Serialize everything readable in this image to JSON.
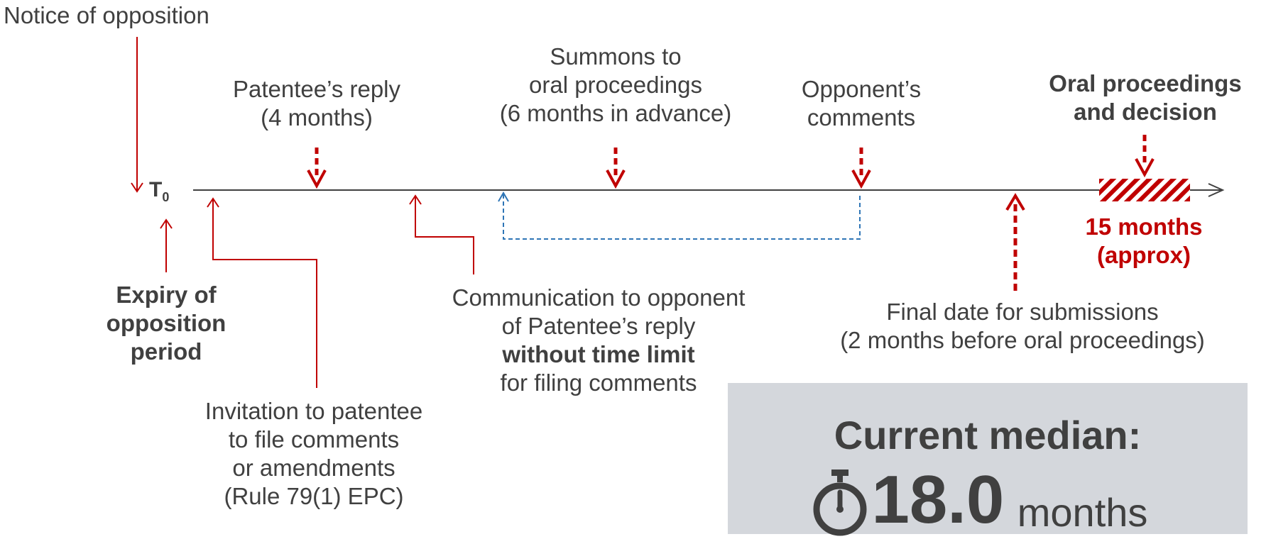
{
  "notice_of_opposition": "Notice of opposition",
  "t0": {
    "main": "T",
    "sub": "0"
  },
  "patentee_reply": [
    "Patentee’s reply",
    "(4 months)"
  ],
  "summons": [
    "Summons to",
    "oral proceedings",
    "(6 months in advance)"
  ],
  "opponent_comments": [
    "Opponent’s",
    "comments"
  ],
  "oral_proceedings": [
    "Oral proceedings",
    "and decision"
  ],
  "fifteen_months": [
    "15 months",
    "(approx)"
  ],
  "expiry": [
    "Expiry of",
    "opposition",
    "period"
  ],
  "invitation": [
    "Invitation to patentee",
    "to file comments",
    "or amendments",
    "(Rule 79(1) EPC)"
  ],
  "communication": [
    "Communication to opponent",
    "of Patentee’s reply",
    "without time limit",
    "for filing comments"
  ],
  "final_date": [
    "Final date for submissions",
    "(2 months before oral proceedings)"
  ],
  "median": {
    "label": "Current median:",
    "value": "18.0",
    "unit": "months"
  },
  "colors": {
    "accent_red": "#c00000",
    "dashed_blue": "#2e75b6",
    "timeline": "#404040",
    "median_box": "#d4d7dc"
  },
  "icons": [
    "stopwatch-icon"
  ]
}
